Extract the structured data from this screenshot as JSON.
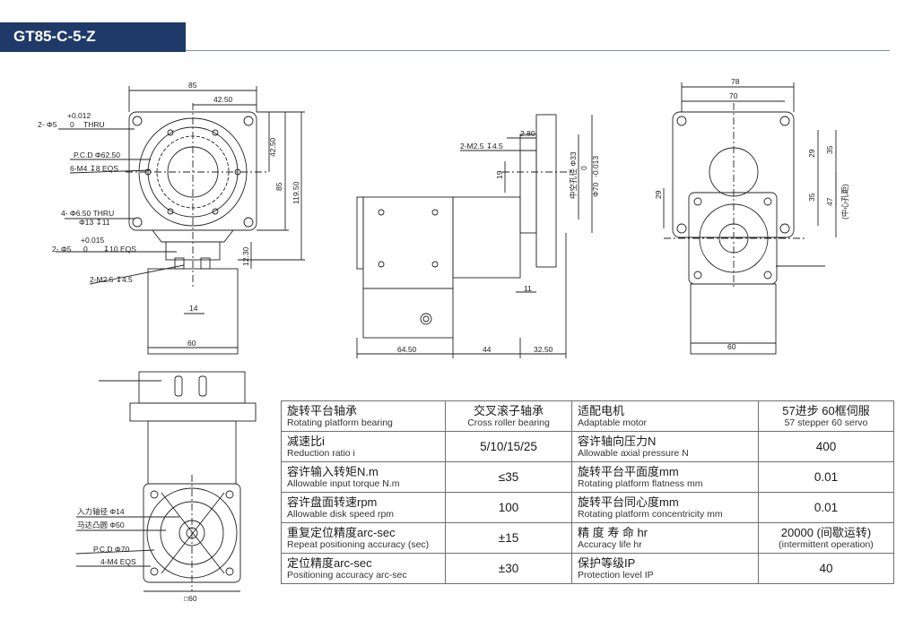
{
  "model": "GT85-C-5-Z",
  "dims": {
    "front": {
      "d85": "85",
      "d42_50": "42.50",
      "d42_50_v": "42.50",
      "d85_v": "85",
      "d119_50": "119.50",
      "d12_30": "12.30",
      "d14": "14",
      "d60": "60",
      "thru_label": "2- Φ5",
      "thru_tol_top": "+0.012",
      "thru_tol_bot": "0",
      "thru": "THRU",
      "pcd": "P.C.D Φ62.50",
      "m4": "6-M4 ↧8 EQS",
      "c6_50": "4- Φ6.50 THRU",
      "c13": "Φ13 ↧11",
      "pin_label": "2- Φ5",
      "pin_tol_top": "+0.015",
      "pin_tol_bot": "0",
      "pin_depth": "↧10 EQS",
      "m2_5": "2-M2.5 ↧4.5"
    },
    "side": {
      "d2_80": "2.80",
      "m2_5": "2-M2.5 ↧4.5",
      "d19": "19",
      "d11": "11",
      "bore_label": "中空孔径 Φ33",
      "d70": "Φ70",
      "d70_tol_top": "0",
      "d70_tol_bot": "-0.013",
      "d64_50": "64.50",
      "d44": "44",
      "d32_50": "32.50"
    },
    "right": {
      "d78": "78",
      "d70": "70",
      "d29a": "29",
      "d35a": "35",
      "d29b": "29",
      "d35b": "35",
      "d47": "47",
      "center_label": "(中心孔距)",
      "d60": "60"
    },
    "bottom": {
      "input_shaft": "入力轴径 Φ14",
      "motor_boss": "马达凸圆 Φ50",
      "pcd70": "P.C.D Φ70",
      "m4": "4-M4 EQS",
      "sq60": "□60"
    }
  },
  "specs": [
    [
      {
        "zh": "旋转平台轴承",
        "en": "Rotating platform bearing"
      },
      {
        "zh": "交叉滚子轴承",
        "en": "Cross roller bearing"
      },
      {
        "zh": "适配电机",
        "en": "Adaptable motor"
      },
      {
        "zh": "57进步 60框伺服",
        "en": "57 stepper 60 servo"
      }
    ],
    [
      {
        "zh": "减速比i",
        "en": "Reduction ratio i"
      },
      {
        "zh": "5/10/15/25",
        "en": ""
      },
      {
        "zh": "容许轴向压力N",
        "en": "Allowable axial pressure N"
      },
      {
        "zh": "400",
        "en": ""
      }
    ],
    [
      {
        "zh": "容许输入转矩N.m",
        "en": "Allowable input torque N.m"
      },
      {
        "zh": "≤35",
        "en": ""
      },
      {
        "zh": "旋转平台平面度mm",
        "en": "Rotating platform flatness mm"
      },
      {
        "zh": "0.01",
        "en": ""
      }
    ],
    [
      {
        "zh": "容许盘面转速rpm",
        "en": "Allowable disk speed rpm"
      },
      {
        "zh": "100",
        "en": ""
      },
      {
        "zh": "旋转平台同心度mm",
        "en": "Rotating platform concentricity mm"
      },
      {
        "zh": "0.01",
        "en": ""
      }
    ],
    [
      {
        "zh": "重复定位精度arc-sec",
        "en": "Repeat positioning accuracy (sec)"
      },
      {
        "zh": "±15",
        "en": ""
      },
      {
        "zh": "精 度 寿 命 hr",
        "en": "Accuracy life hr"
      },
      {
        "zh": "20000 (间歇运转)",
        "en": "(intermittent operation)"
      }
    ],
    [
      {
        "zh": "定位精度arc-sec",
        "en": "Positioning accuracy arc-sec"
      },
      {
        "zh": "±30",
        "en": ""
      },
      {
        "zh": "保护等级IP",
        "en": "Protection level IP"
      },
      {
        "zh": "40",
        "en": ""
      }
    ]
  ]
}
